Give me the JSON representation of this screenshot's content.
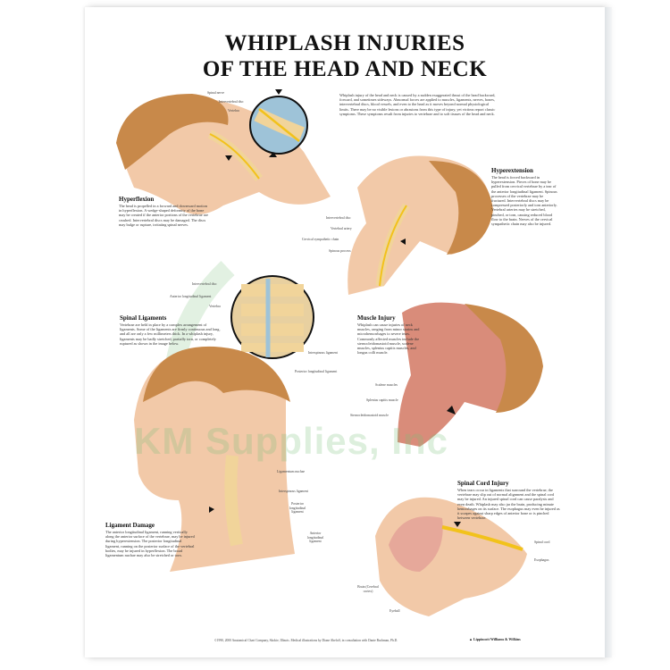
{
  "poster": {
    "title_line1": "WHIPLASH INJURIES",
    "title_line2": "OF THE HEAD AND NECK",
    "intro": "Whiplash injury of the head and neck is caused by a sudden exaggerated thrust of the head backward, forward, and sometimes sideways. Abnormal forces are applied to muscles, ligaments, nerves, bones, intervertebral discs, blood vessels, and even to the head as it moves beyond normal physiological limits. There may be no visible lesions or abrasions from this type of injury, yet victims report classic symptoms. These symptoms result from injuries to vertebrae and to soft tissues of the head and neck.",
    "sections": {
      "hyperflexion": {
        "heading": "Hyperflexion",
        "text": "The head is propelled in a forward and downward motion in hyperflexion. A wedge-shaped deformity of the bone may be created if the anterior portions of the vertebrae are crushed. Intervertebral discs may be damaged. The discs may bulge or rupture, irritating spinal nerves.",
        "labels": [
          "Spinal nerve",
          "Intervertebral disc",
          "Vertebra"
        ]
      },
      "hyperextension": {
        "heading": "Hyperextension",
        "text": "The head is forced backward in hyperextension. Pieces of bone may be pulled from cervical vertebrae by a tear of the anterior longitudinal ligament. Spinous processes of the vertebrae may be fractured. Intervertebral discs may be compressed posteriorly and torn anteriorly. Vertebral arteries may be stretched, pinched, or torn, causing reduced blood flow to the brain. Nerves of the cervical sympathetic chain may also be injured.",
        "labels": [
          "Intervertebral disc",
          "Vertebral artery",
          "Cervical sympathetic chain",
          "Spinous process"
        ]
      },
      "spinal_ligaments": {
        "heading": "Spinal Ligaments",
        "text": "Vertebrae are held in place by a complex arrangement of ligaments. Some of the ligaments are firmly continuous and long, and all are only a few millimeters thick. In a whiplash injury, ligaments may be badly stretched, partially torn, or completely ruptured as shown in the image below.",
        "labels": [
          "Intervertebral disc",
          "Anterior longitudinal ligament",
          "Vertebra",
          "Interspinous ligament",
          "Posterior longitudinal ligament"
        ]
      },
      "muscle_injury": {
        "heading": "Muscle Injury",
        "text": "Whiplash can cause injuries of neck muscles, ranging from minor strains and microhemorrhages to severe tears. Commonly affected muscles include the sternocleidomastoid muscle, scalene muscles, splenius capitis muscles, and longus colli muscle.",
        "labels": [
          "Scalene muscles",
          "Splenius capitis muscle",
          "Sternocleidomastoid muscle"
        ]
      },
      "ligament_damage": {
        "heading": "Ligament Damage",
        "text": "The anterior longitudinal ligament, running vertically along the anterior surface of the vertebrae, may be injured during hyperextension. The posterior longitudinal ligament, running on the posterior surface of the vertebral bodies, may be injured in hyperflexion. The broad ligamentum nuchae may also be stretched or torn.",
        "labels": [
          "Ligamentum nuchae",
          "Interspinous ligament",
          "Posterior longitudinal ligament",
          "Anterior longitudinal ligament"
        ]
      },
      "spinal_cord_injury": {
        "heading": "Spinal Cord Injury",
        "text": "When tears occur in ligaments that surround the vertebrae, the vertebrae may slip out of normal alignment and the spinal cord may be injured. An injured spinal cord can cause paralysis and even death. Whiplash may also jar the brain, producing minute hemorrhages on its surface. The esophagus may even be injured as it scrapes against sharp edges of anterior bone or is pinched between vertebrae.",
        "labels": [
          "Spinal cord",
          "Esophagus",
          "Brain (Cerebral cortex)",
          "Eyeball"
        ]
      }
    },
    "footer": "©1990, 2000 Anatomical Chart Company, Skokie, Illinois. Medical illustrations by Diane Abeloff, in consultation with Dante Bachman, Ph.D.",
    "publisher": "Lippincott Williams & Wilkins",
    "watermark": "KM Supplies, Inc"
  },
  "colors": {
    "skin": "#f2c9a8",
    "hair": "#c8894a",
    "bone": "#f1d49a",
    "nerve": "#f2c21b",
    "muscle": "#d98c7a",
    "lens_bg": "#9ec3d8",
    "watermark": "#8cc88c"
  }
}
